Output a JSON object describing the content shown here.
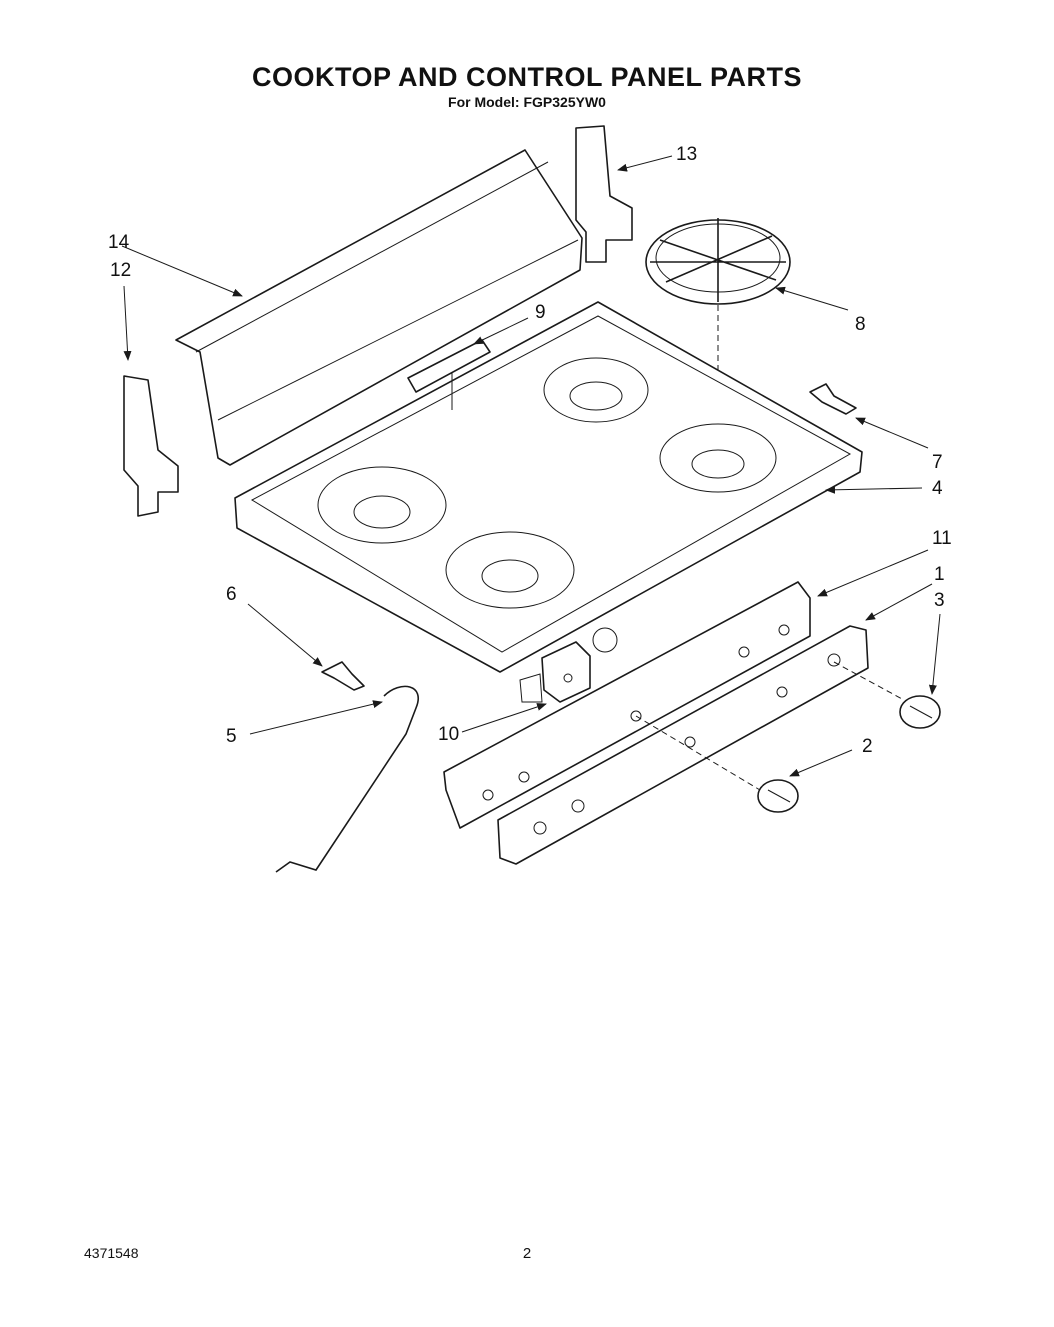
{
  "header": {
    "title": "COOKTOP AND CONTROL PANEL PARTS",
    "subtitle": "For Model: FGP325YW0"
  },
  "callouts": [
    "1",
    "2",
    "3",
    "4",
    "5",
    "6",
    "7",
    "8",
    "9",
    "10",
    "11",
    "12",
    "13",
    "14"
  ],
  "footer": {
    "doc_number": "4371548",
    "page_number": "2"
  }
}
